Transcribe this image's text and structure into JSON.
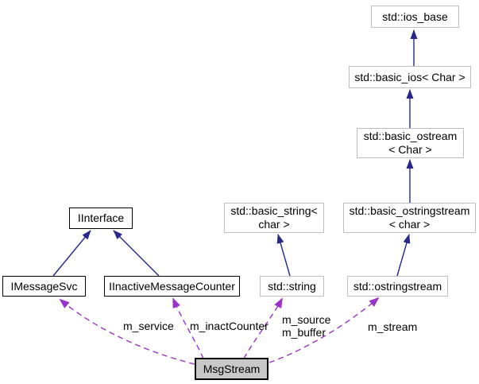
{
  "diagram": {
    "type": "uml-collaboration-diagram",
    "current_class": "MsgStream",
    "nodes": {
      "ios_base": {
        "label": "std::ios_base"
      },
      "basic_ios": {
        "label": "std::basic_ios< Char >"
      },
      "basic_ostream": {
        "line1": "std::basic_ostream",
        "line2": "< Char >"
      },
      "basic_ostringstream": {
        "line1": "std::basic_ostringstream",
        "line2": "< char >"
      },
      "basic_string": {
        "line1": "std::basic_string<",
        "line2": "char >"
      },
      "iinterface": {
        "label": "IInterface"
      },
      "imessagesvc": {
        "label": "IMessageSvc"
      },
      "iinactivemessagecounter": {
        "label": "IInactiveMessageCounter"
      },
      "std_string": {
        "label": "std::string"
      },
      "ostringstream": {
        "label": "std::ostringstream"
      },
      "msgstream": {
        "label": "MsgStream"
      }
    },
    "edge_labels": {
      "m_service": "m_service",
      "m_inactCounter": "m_inactCounter",
      "m_source": "m_source",
      "m_buffer": "m_buffer",
      "m_stream": "m_stream"
    },
    "colors": {
      "inheritance_edge": "#28288c",
      "usage_edge": "#9a32cd",
      "external_node_border": "#bfbfbf",
      "project_node_border": "#000000",
      "current_node_fill": "#c8c8c8",
      "background": "#ffffff"
    }
  }
}
